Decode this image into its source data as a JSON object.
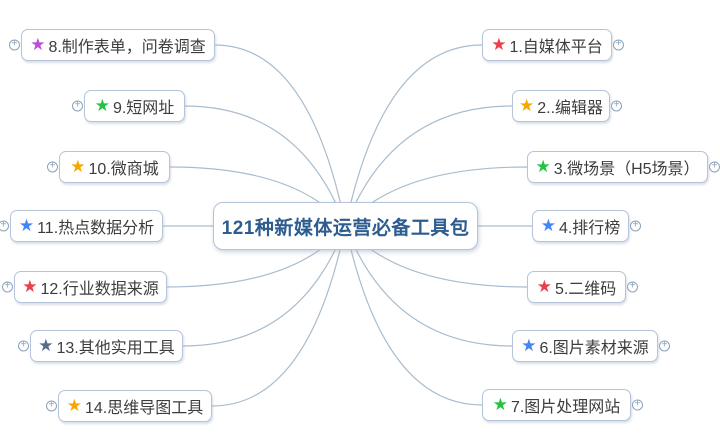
{
  "central": {
    "label": "121种新媒体运营必备工具包"
  },
  "icons": {
    "star_glyph": "★",
    "expand_glyph": "+",
    "expand_icon_shape": "circled-plus"
  },
  "colors": {
    "background": "#ffffff",
    "line": "#a9bccd",
    "node_border": "#b5c4d8",
    "node_background": "#ffffff",
    "node_text": "#3d3d3d",
    "central_text": "#2d5c8f",
    "expand_icon": "#8ca2ba",
    "star_red": "#e8404d",
    "star_yellow": "#f7a800",
    "star_green": "#23c343",
    "star_blue": "#4285f4",
    "star_purple": "#bb4fd8",
    "star_navy": "#5a6b8e"
  },
  "nodes": [
    {
      "id": 1,
      "label": "1.自媒体平台",
      "star_color": "#e8404d",
      "side": "right"
    },
    {
      "id": 2,
      "label": "2..编辑器",
      "star_color": "#f7a800",
      "side": "right"
    },
    {
      "id": 3,
      "label": "3.微场景（H5场景）",
      "star_color": "#23c343",
      "side": "right"
    },
    {
      "id": 4,
      "label": "4.排行榜",
      "star_color": "#4285f4",
      "side": "right"
    },
    {
      "id": 5,
      "label": "5.二维码",
      "star_color": "#e8404d",
      "side": "right"
    },
    {
      "id": 6,
      "label": "6.图片素材来源",
      "star_color": "#4285f4",
      "side": "right"
    },
    {
      "id": 7,
      "label": "7.图片处理网站",
      "star_color": "#23c343",
      "side": "right"
    },
    {
      "id": 8,
      "label": "8.制作表单，问卷调查",
      "star_color": "#bb4fd8",
      "side": "left"
    },
    {
      "id": 9,
      "label": "9.短网址",
      "star_color": "#23c343",
      "side": "left"
    },
    {
      "id": 10,
      "label": "10.微商城",
      "star_color": "#f7a800",
      "side": "left"
    },
    {
      "id": 11,
      "label": "11.热点数据分析",
      "star_color": "#4285f4",
      "side": "left"
    },
    {
      "id": 12,
      "label": "12.行业数据来源",
      "star_color": "#e8404d",
      "side": "left"
    },
    {
      "id": 13,
      "label": "13.其他实用工具",
      "star_color": "#5a6b8e",
      "side": "left"
    },
    {
      "id": 14,
      "label": "14.思维导图工具",
      "star_color": "#f7a800",
      "side": "left"
    }
  ]
}
